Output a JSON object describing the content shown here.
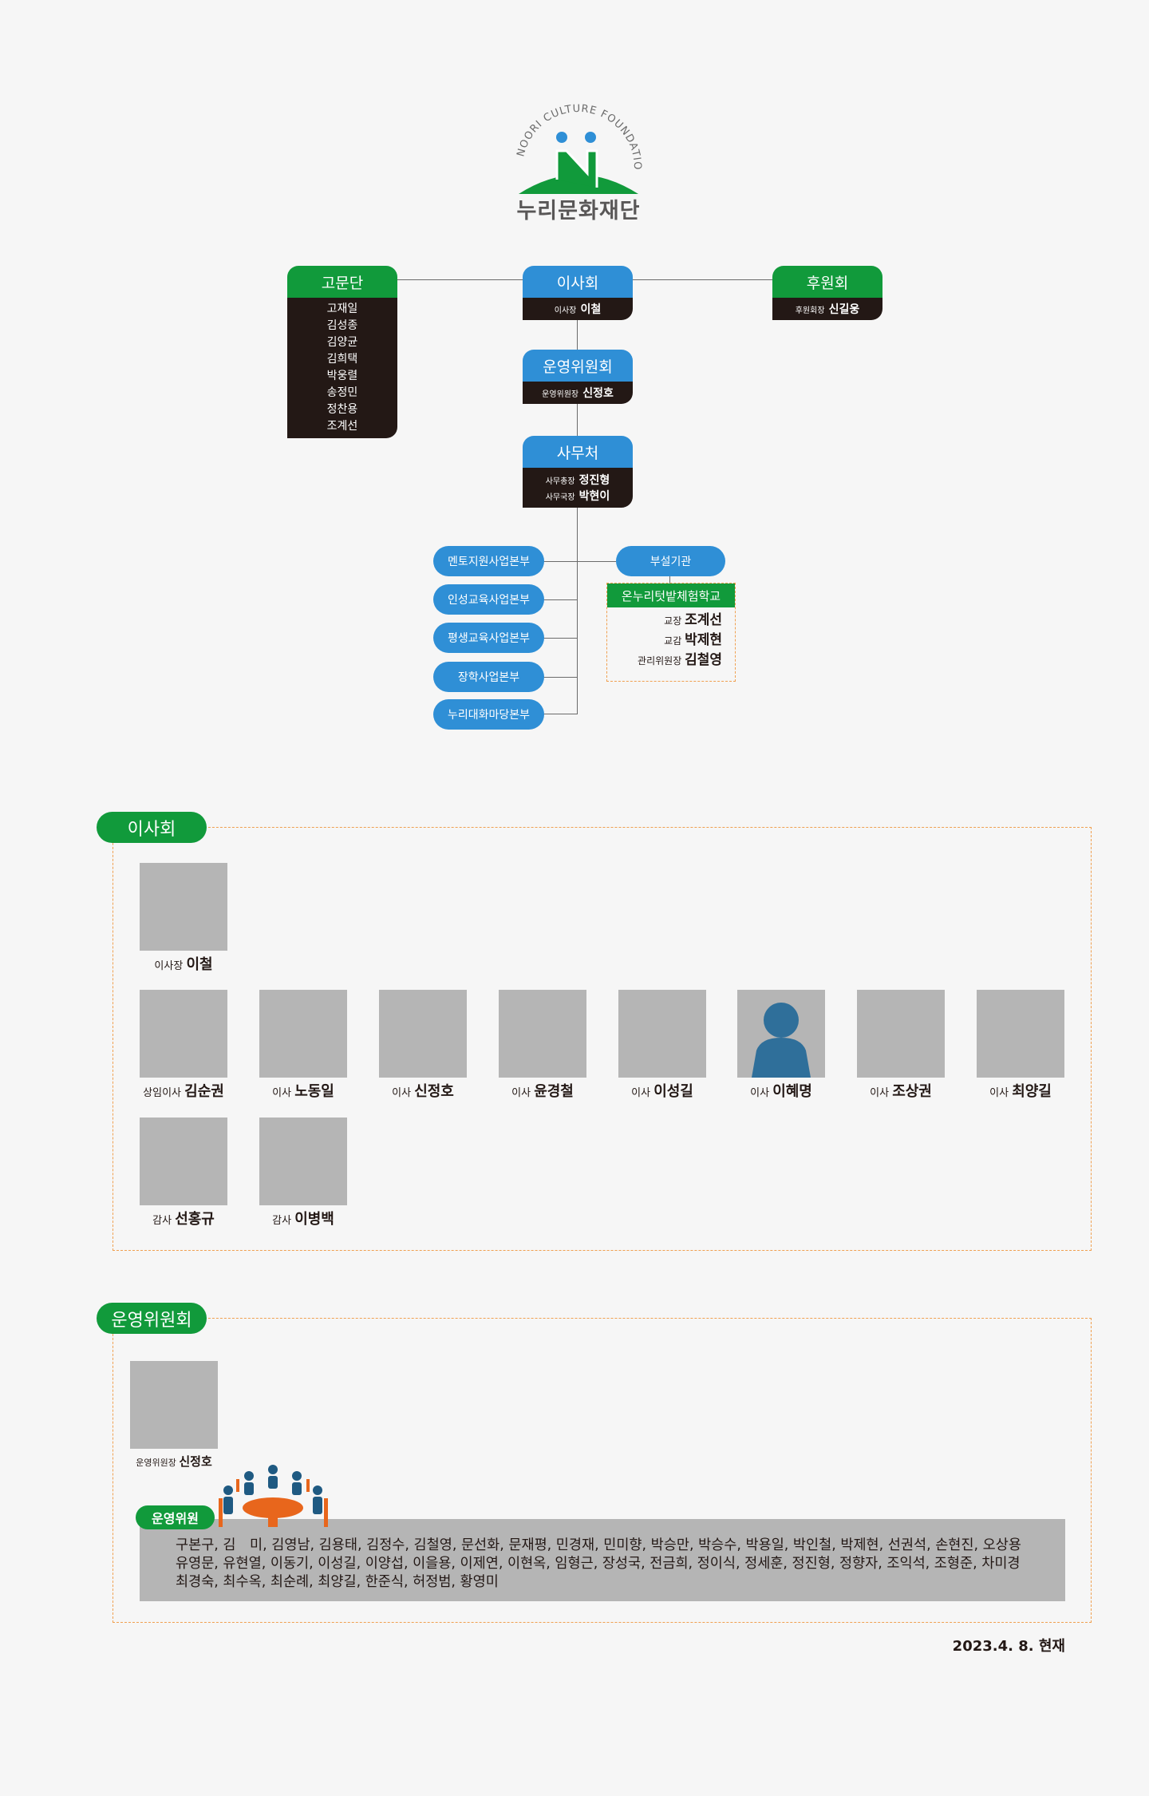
{
  "logo": {
    "arc_text": "NOORI CULTURE FOUNDATION",
    "name": "누리문화재단"
  },
  "org": {
    "advisors": {
      "title": "고문단",
      "members": [
        "고재일",
        "김성종",
        "김양균",
        "김희택",
        "박웅렬",
        "송정민",
        "정찬용",
        "조계선"
      ]
    },
    "board": {
      "title": "이사회",
      "role": "이사장",
      "name": "이철"
    },
    "sponsors": {
      "title": "후원회",
      "role": "후원회장",
      "name": "신길웅"
    },
    "steering": {
      "title": "운영위원회",
      "role": "운영위원장",
      "name": "신정호"
    },
    "office": {
      "title": "사무처",
      "rows": [
        {
          "role": "사무총장",
          "name": "정진형"
        },
        {
          "role": "사무국장",
          "name": "박현이"
        }
      ]
    },
    "divisions": [
      "멘토지원사업본부",
      "인성교육사업본부",
      "평생교육사업본부",
      "장학사업본부",
      "누리대화마당본부"
    ],
    "affiliate": {
      "label": "부설기관",
      "school": "온누리텃밭체험학교",
      "rows": [
        {
          "role": "교장",
          "name": "조계선"
        },
        {
          "role": "교감",
          "name": "박제현"
        },
        {
          "role": "관리위원장",
          "name": "김철영"
        }
      ]
    }
  },
  "board_section": {
    "title": "이사회",
    "chair": {
      "role": "이사장",
      "name": "이철"
    },
    "directors": [
      {
        "role": "상임이사",
        "name": "김순권"
      },
      {
        "role": "이사",
        "name": "노동일"
      },
      {
        "role": "이사",
        "name": "신정호"
      },
      {
        "role": "이사",
        "name": "윤경철"
      },
      {
        "role": "이사",
        "name": "이성길"
      },
      {
        "role": "이사",
        "name": "이혜명"
      },
      {
        "role": "이사",
        "name": "조상권"
      },
      {
        "role": "이사",
        "name": "최양길"
      }
    ],
    "auditors": [
      {
        "role": "감사",
        "name": "선홍규"
      },
      {
        "role": "감사",
        "name": "이병백"
      }
    ]
  },
  "committee_section": {
    "title": "운영위원회",
    "chair": {
      "role": "운영위원장",
      "name": "신정호"
    },
    "members_label": "운영위원",
    "member_lines": [
      "구본구, 김　미, 김영남, 김용태, 김정수, 김철영, 문선화, 문재평, 민경재, 민미향, 박승만, 박승수, 박용일, 박인철, 박제현, 선권석, 손현진, 오상용",
      "유영문, 유현열, 이동기, 이성길, 이양섭, 이을용, 이제연, 이현옥, 임형근, 장성국, 전금희, 정이식, 정세훈, 정진형, 정향자, 조익석, 조형준, 차미경",
      "최경숙, 최수옥, 최순례, 최양길, 한준식, 허정범, 황영미"
    ]
  },
  "date": "2023.4. 8. 현재",
  "colors": {
    "green": "#119a3b",
    "blue": "#2f8fd6",
    "dark": "#231815",
    "photo": "#b5b5b5",
    "dash": "#f0a050",
    "silhouette": "#2f6f9a"
  }
}
